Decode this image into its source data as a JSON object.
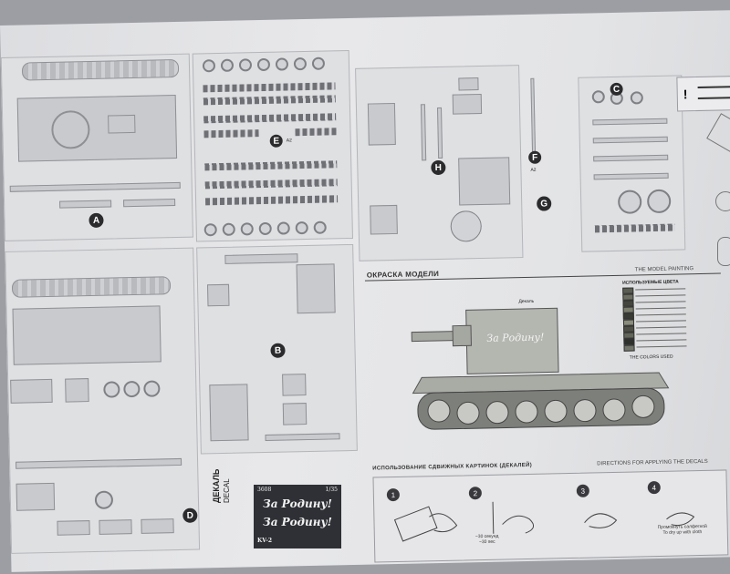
{
  "sprue_labels": {
    "a": "A",
    "b": "B",
    "c": "C",
    "d": "D",
    "e": "E",
    "f": "F",
    "g": "G",
    "h": "H"
  },
  "part_tags": {
    "e_tag": "A2",
    "f_tag": "A2"
  },
  "painting": {
    "title_ru": "ОКРАСКА МОДЕЛИ",
    "title_en": "THE MODEL PAINTING",
    "colors_title": "ИСПОЛЬЗУЕМЫЕ ЦВЕТА",
    "colors_en": "THE COLORS USED",
    "turret_slogan": "За Родину!",
    "turret_note": "Декаль",
    "colors": [
      "#5a5d52",
      "#6b6e60",
      "#44463e",
      "#7a7c6c",
      "#383a34",
      "#8a8c7c",
      "#4e5046",
      "#62655a",
      "#2e302c",
      "#72756a"
    ]
  },
  "decals_instr": {
    "title_ru": "ИСПОЛЬЗОВАНИЕ СДВИЖНЫХ КАРТИНОК (ДЕКАЛЕЙ)",
    "title_en": "DIRECTIONS FOR APPLYING THE DECALS",
    "steps": [
      "1",
      "2",
      "3",
      "4"
    ],
    "step2_caption": "~30 секунд\n~30 sec",
    "step4_caption": "Промокнуть салфеткой\nTo dry up with cloth"
  },
  "decal_sheet": {
    "label_ru": "ДЕКАЛЬ",
    "label_en": "DECAL",
    "code": "3608",
    "scale": "1/35",
    "slogan1": "За Родину!",
    "slogan2": "За Родину!",
    "model": "KV-2"
  },
  "warning": {
    "symbol": "!"
  }
}
